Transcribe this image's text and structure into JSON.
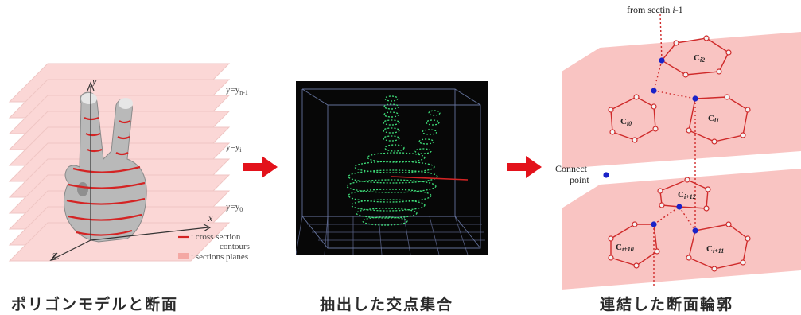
{
  "panels": {
    "hand": {
      "axis_y": "y",
      "axis_x": "x",
      "axis_z": "z",
      "level_top": "y=y",
      "level_top_sub": "n-1",
      "level_mid": "y=y",
      "level_mid_sub": "i",
      "level_bot": "y=y",
      "level_bot_sub": "0",
      "legend_contours_1": ": cross section",
      "legend_contours_2": "contours",
      "legend_planes": ": sections planes"
    },
    "contours": {
      "from_label": "from sectin ",
      "from_label_italic": "i",
      "from_label_end": "-1",
      "connect_1": "Connect",
      "connect_2": "point",
      "c_i0": "C",
      "c_i0_sub": "i0",
      "c_i1": "C",
      "c_i1_sub": "i1",
      "c_i2": "C",
      "c_i2_sub": "i2",
      "c_i10": "C",
      "c_i10_sub": "i+10",
      "c_i11": "C",
      "c_i11_sub": "i+11",
      "c_i12": "C",
      "c_i12_sub": "i+12"
    }
  },
  "captions": {
    "first": "ポリゴンモデルと断面",
    "second": "抽出した交点集合",
    "third": "連結した断面輪郭"
  },
  "colors": {
    "arrow": "#e3121b",
    "plane": "#f8b8b6",
    "contour": "#cf2a2a",
    "points": "#3fe07a",
    "connect": "#1a22c8"
  }
}
